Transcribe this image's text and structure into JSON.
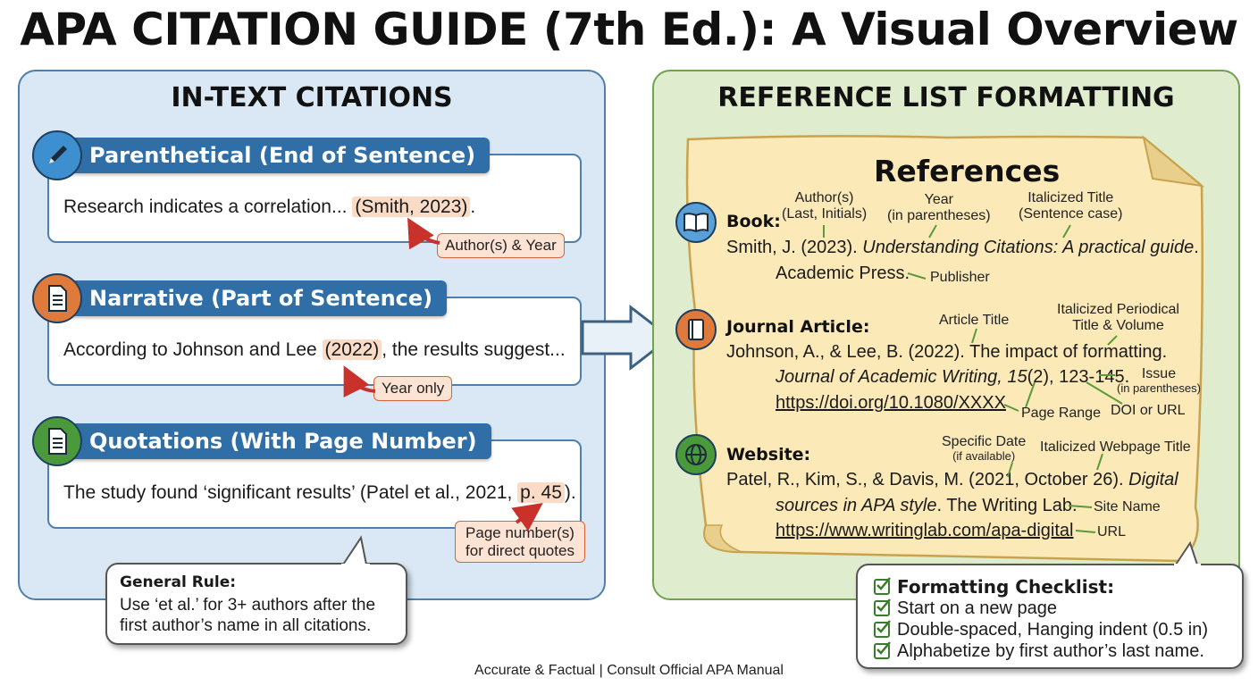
{
  "title": "APA CITATION GUIDE (7th Ed.): A Visual Overview",
  "left_panel": {
    "heading": "IN-TEXT CITATIONS",
    "cards": [
      {
        "header": "Parenthetical (End of Sentence)",
        "icon": "pen-icon",
        "text_before": "Research indicates a correlation... ",
        "highlight": "(Smith, 2023)",
        "text_after": ".",
        "tag": "Author(s) & Year"
      },
      {
        "header": "Narrative (Part of Sentence)",
        "icon": "document-icon",
        "text_before": "According to Johnson and Lee ",
        "highlight": "(2022)",
        "text_after": ", the results suggest...",
        "tag": "Year only"
      },
      {
        "header": "Quotations (With Page Number)",
        "icon": "document-icon",
        "text_before": "The study found ‘significant results’ (Patel et al., 2021, ",
        "highlight": "p. 45",
        "text_after": ").",
        "tag_line1": "Page number(s)",
        "tag_line2": "for direct quotes"
      }
    ],
    "general_rule": {
      "title": "General Rule:",
      "line1": "Use ‘et al.’ for 3+ authors after the",
      "line2": "first author’s name in all citations."
    }
  },
  "right_panel": {
    "heading": "REFERENCE LIST FORMATTING",
    "references_title": "References",
    "book": {
      "label": "Book:",
      "line1_plain": "Smith, J. (2023). ",
      "line1_italic": "Understanding Citations: A practical guide",
      "line1_end": ".",
      "line2": "Academic Press.",
      "anno_author_1": "Author(s)",
      "anno_author_2": "(Last, Initials)",
      "anno_year_1": "Year",
      "anno_year_2": "(in parentheses)",
      "anno_title_1": "Italicized Title",
      "anno_title_2": "(Sentence case)",
      "anno_publisher": "Publisher"
    },
    "journal": {
      "label": "Journal Article:",
      "line1": "Johnson, A., & Lee, B. (2022). The impact of formatting.",
      "line2_italic": "Journal of Academic Writing, 15",
      "line2_plain": "(2), 123-145.",
      "line3": "https://doi.org/10.1080/XXXX",
      "anno_article": "Article Title",
      "anno_periodical_1": "Italicized Periodical",
      "anno_periodical_2": "Title & Volume",
      "anno_issue_1": "Issue",
      "anno_issue_2": "(in parentheses)",
      "anno_pages": "Page Range",
      "anno_doi": "DOI or URL"
    },
    "website": {
      "label": "Website:",
      "line1_plain": "Patel, R., Kim, S., & Davis, M. (2021, October 26). ",
      "line1_italic": "Digital",
      "line2_italic": "sources in APA style",
      "line2_plain": ". The Writing Lab.",
      "line3": "https://www.writinglab.com/apa-digital",
      "anno_date_1": "Specific Date",
      "anno_date_2": "(if available)",
      "anno_webtitle": "Italicized Webpage Title",
      "anno_site": "Site Name",
      "anno_url": "URL"
    },
    "checklist": {
      "title": "Formatting Checklist:",
      "items": [
        "Start on a new page",
        "Double-spaced, Hanging indent (0.5 in)",
        "Alphabetize by first author’s last name."
      ]
    }
  },
  "footer": "Accurate & Factual | Consult Official APA Manual",
  "colors": {
    "left_panel_bg": "#d9e8f4",
    "right_panel_bg": "#dfeccd",
    "card_header": "#2f6ea6",
    "highlight": "#fadcc6",
    "paper": "#fbe9b8",
    "arrow_red": "#c8322a",
    "check_green": "#3c7a2f"
  }
}
